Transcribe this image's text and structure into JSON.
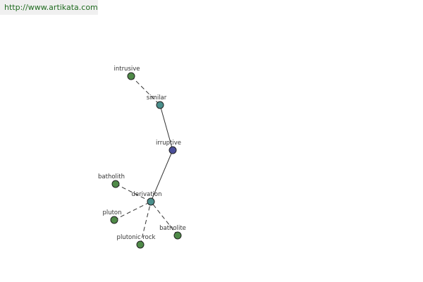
{
  "header": {
    "url": "http://www.artikata.com"
  },
  "graph": {
    "colors": {
      "green": "#4f8a48",
      "teal": "#4a8f8c",
      "blue": "#4b4f9a",
      "edge": "#333333"
    },
    "nodes": [
      {
        "id": "intrusive",
        "label": "intrusive",
        "color": "green"
      },
      {
        "id": "similar",
        "label": "similar",
        "color": "teal"
      },
      {
        "id": "irruptive",
        "label": "irruptive",
        "color": "blue"
      },
      {
        "id": "derivation",
        "label": "derivation",
        "color": "teal"
      },
      {
        "id": "batholith",
        "label": "batholith",
        "color": "green"
      },
      {
        "id": "pluton",
        "label": "pluton",
        "color": "green"
      },
      {
        "id": "plutonic_rock",
        "label": "plutonic rock",
        "color": "green"
      },
      {
        "id": "batholite",
        "label": "batholite",
        "color": "green"
      }
    ],
    "edges": [
      {
        "from": "intrusive",
        "to": "similar",
        "style": "dashed"
      },
      {
        "from": "similar",
        "to": "irruptive",
        "style": "solid"
      },
      {
        "from": "irruptive",
        "to": "derivation",
        "style": "solid"
      },
      {
        "from": "batholith",
        "to": "derivation",
        "style": "dashed"
      },
      {
        "from": "pluton",
        "to": "derivation",
        "style": "dashed"
      },
      {
        "from": "plutonic_rock",
        "to": "derivation",
        "style": "dashed"
      },
      {
        "from": "batholite",
        "to": "derivation",
        "style": "dashed"
      }
    ]
  }
}
